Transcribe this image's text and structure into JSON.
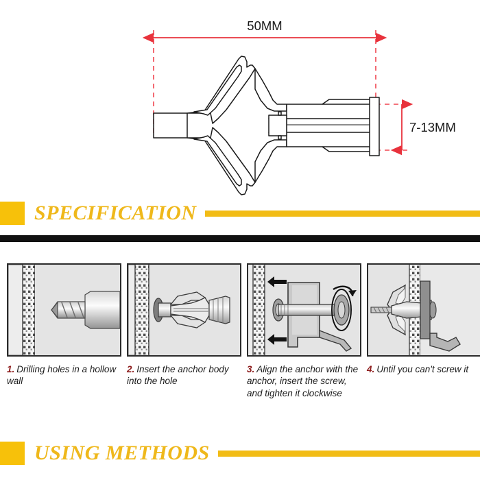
{
  "product": {
    "name": "hollow wall butterfly anchor",
    "drawing_type": "technical line drawing"
  },
  "dimensions": {
    "length_label": "50MM",
    "thickness_label": "7-13MM",
    "arrow_color": "#e8323c",
    "extension_line_color": "#f0444f",
    "outline_color": "#1a1a1a"
  },
  "sections": [
    {
      "id": "specification",
      "title": "SPECIFICATION",
      "chip_color": "#f7c10a",
      "rule_color": "#f2bc15",
      "title_color": "#efb81b"
    },
    {
      "id": "using-methods",
      "title": "USING METHODS",
      "chip_color": "#f7c10a",
      "rule_color": "#f2bc15",
      "title_color": "#efb81b"
    }
  ],
  "divider": {
    "color": "#111111"
  },
  "steps": [
    {
      "number": "1.",
      "text": "Drilling holes in a hollow wall",
      "figure": "drill-bit-into-hollow-wall"
    },
    {
      "number": "2.",
      "text": "Insert the anchor body into the hole",
      "figure": "anchor-body-inserted"
    },
    {
      "number": "3.",
      "text": "Align the anchor with the anchor, insert the screw, and tighten it clockwise",
      "figure": "align-and-tighten-screw"
    },
    {
      "number": "4.",
      "text": "Until you can't screw it",
      "figure": "anchor-expanded-behind-wall"
    }
  ],
  "palette": {
    "panel_background": "#e9e9e9",
    "panel_border": "#2b2b2b",
    "metal_light": "#f2f2f2",
    "metal_mid": "#bdbdbd",
    "metal_dark": "#8f8f8f",
    "wall_face": "#ededed",
    "arrow_black": "#111111"
  }
}
